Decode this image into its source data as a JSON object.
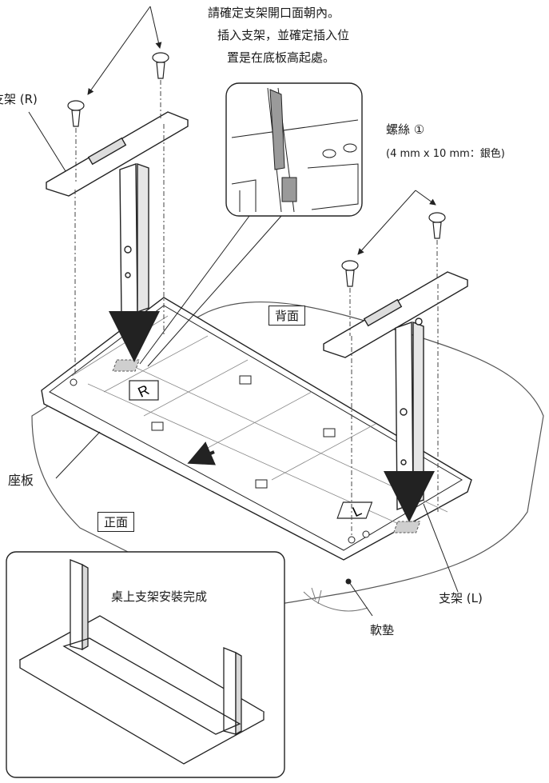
{
  "instructions": {
    "line1": "請確定支架開口面朝內。",
    "line2": "插入支架，並確定插入位",
    "line3": "置是在底板高起處。"
  },
  "labels": {
    "bracket_r": "支架 (R)",
    "screw": "螺絲 ①",
    "screw_spec": "(4 mm x 10 mm：銀色)",
    "back": "背面",
    "front": "正面",
    "base_plate": "座板",
    "bracket_l": "支架 (L)",
    "cushion": "軟墊",
    "complete": "桌上支架安裝完成",
    "mark_r": "R",
    "mark_l": "L"
  },
  "colors": {
    "line": "#222222",
    "shade": "#9a9a9a",
    "marker": "#cfcfcf"
  }
}
